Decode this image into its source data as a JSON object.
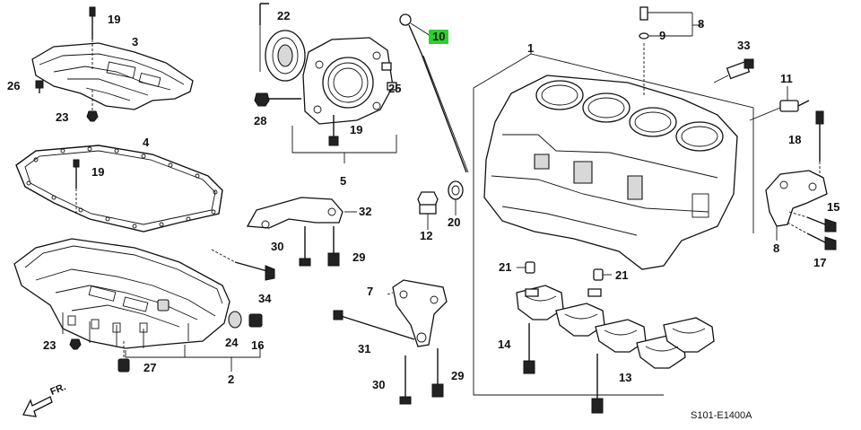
{
  "diagram": {
    "labels": [
      {
        "id": "l19a",
        "text": "19"
      },
      {
        "id": "l3",
        "text": "3"
      },
      {
        "id": "l26",
        "text": "26"
      },
      {
        "id": "l23a",
        "text": "23"
      },
      {
        "id": "l4",
        "text": "4"
      },
      {
        "id": "l19c",
        "text": "19"
      },
      {
        "id": "l23b",
        "text": "23"
      },
      {
        "id": "l27",
        "text": "27"
      },
      {
        "id": "l24",
        "text": "24"
      },
      {
        "id": "l16",
        "text": "16"
      },
      {
        "id": "l2",
        "text": "2"
      },
      {
        "id": "l22",
        "text": "22"
      },
      {
        "id": "l25",
        "text": "25"
      },
      {
        "id": "l28",
        "text": "28"
      },
      {
        "id": "l19b",
        "text": "19"
      },
      {
        "id": "l5",
        "text": "5"
      },
      {
        "id": "l10",
        "text": "10"
      },
      {
        "id": "l12",
        "text": "12"
      },
      {
        "id": "l20",
        "text": "20"
      },
      {
        "id": "l32",
        "text": "32"
      },
      {
        "id": "l30a",
        "text": "30"
      },
      {
        "id": "l29a",
        "text": "29"
      },
      {
        "id": "l34",
        "text": "34"
      },
      {
        "id": "l7",
        "text": "7"
      },
      {
        "id": "l31",
        "text": "31"
      },
      {
        "id": "l30b",
        "text": "30"
      },
      {
        "id": "l29b",
        "text": "29"
      },
      {
        "id": "l1",
        "text": "1"
      },
      {
        "id": "l8a",
        "text": "8"
      },
      {
        "id": "l9",
        "text": "9"
      },
      {
        "id": "l33",
        "text": "33"
      },
      {
        "id": "l11",
        "text": "11"
      },
      {
        "id": "l18",
        "text": "18"
      },
      {
        "id": "l15",
        "text": "15"
      },
      {
        "id": "l8b",
        "text": "8"
      },
      {
        "id": "l17",
        "text": "17"
      },
      {
        "id": "l21a",
        "text": "21"
      },
      {
        "id": "l21b",
        "text": "21"
      },
      {
        "id": "l14",
        "text": "14"
      },
      {
        "id": "l13",
        "text": "13"
      }
    ],
    "highlight_color": "#2bd12b",
    "diagram_code": "S101-E1400A",
    "direction_label": "FR."
  }
}
